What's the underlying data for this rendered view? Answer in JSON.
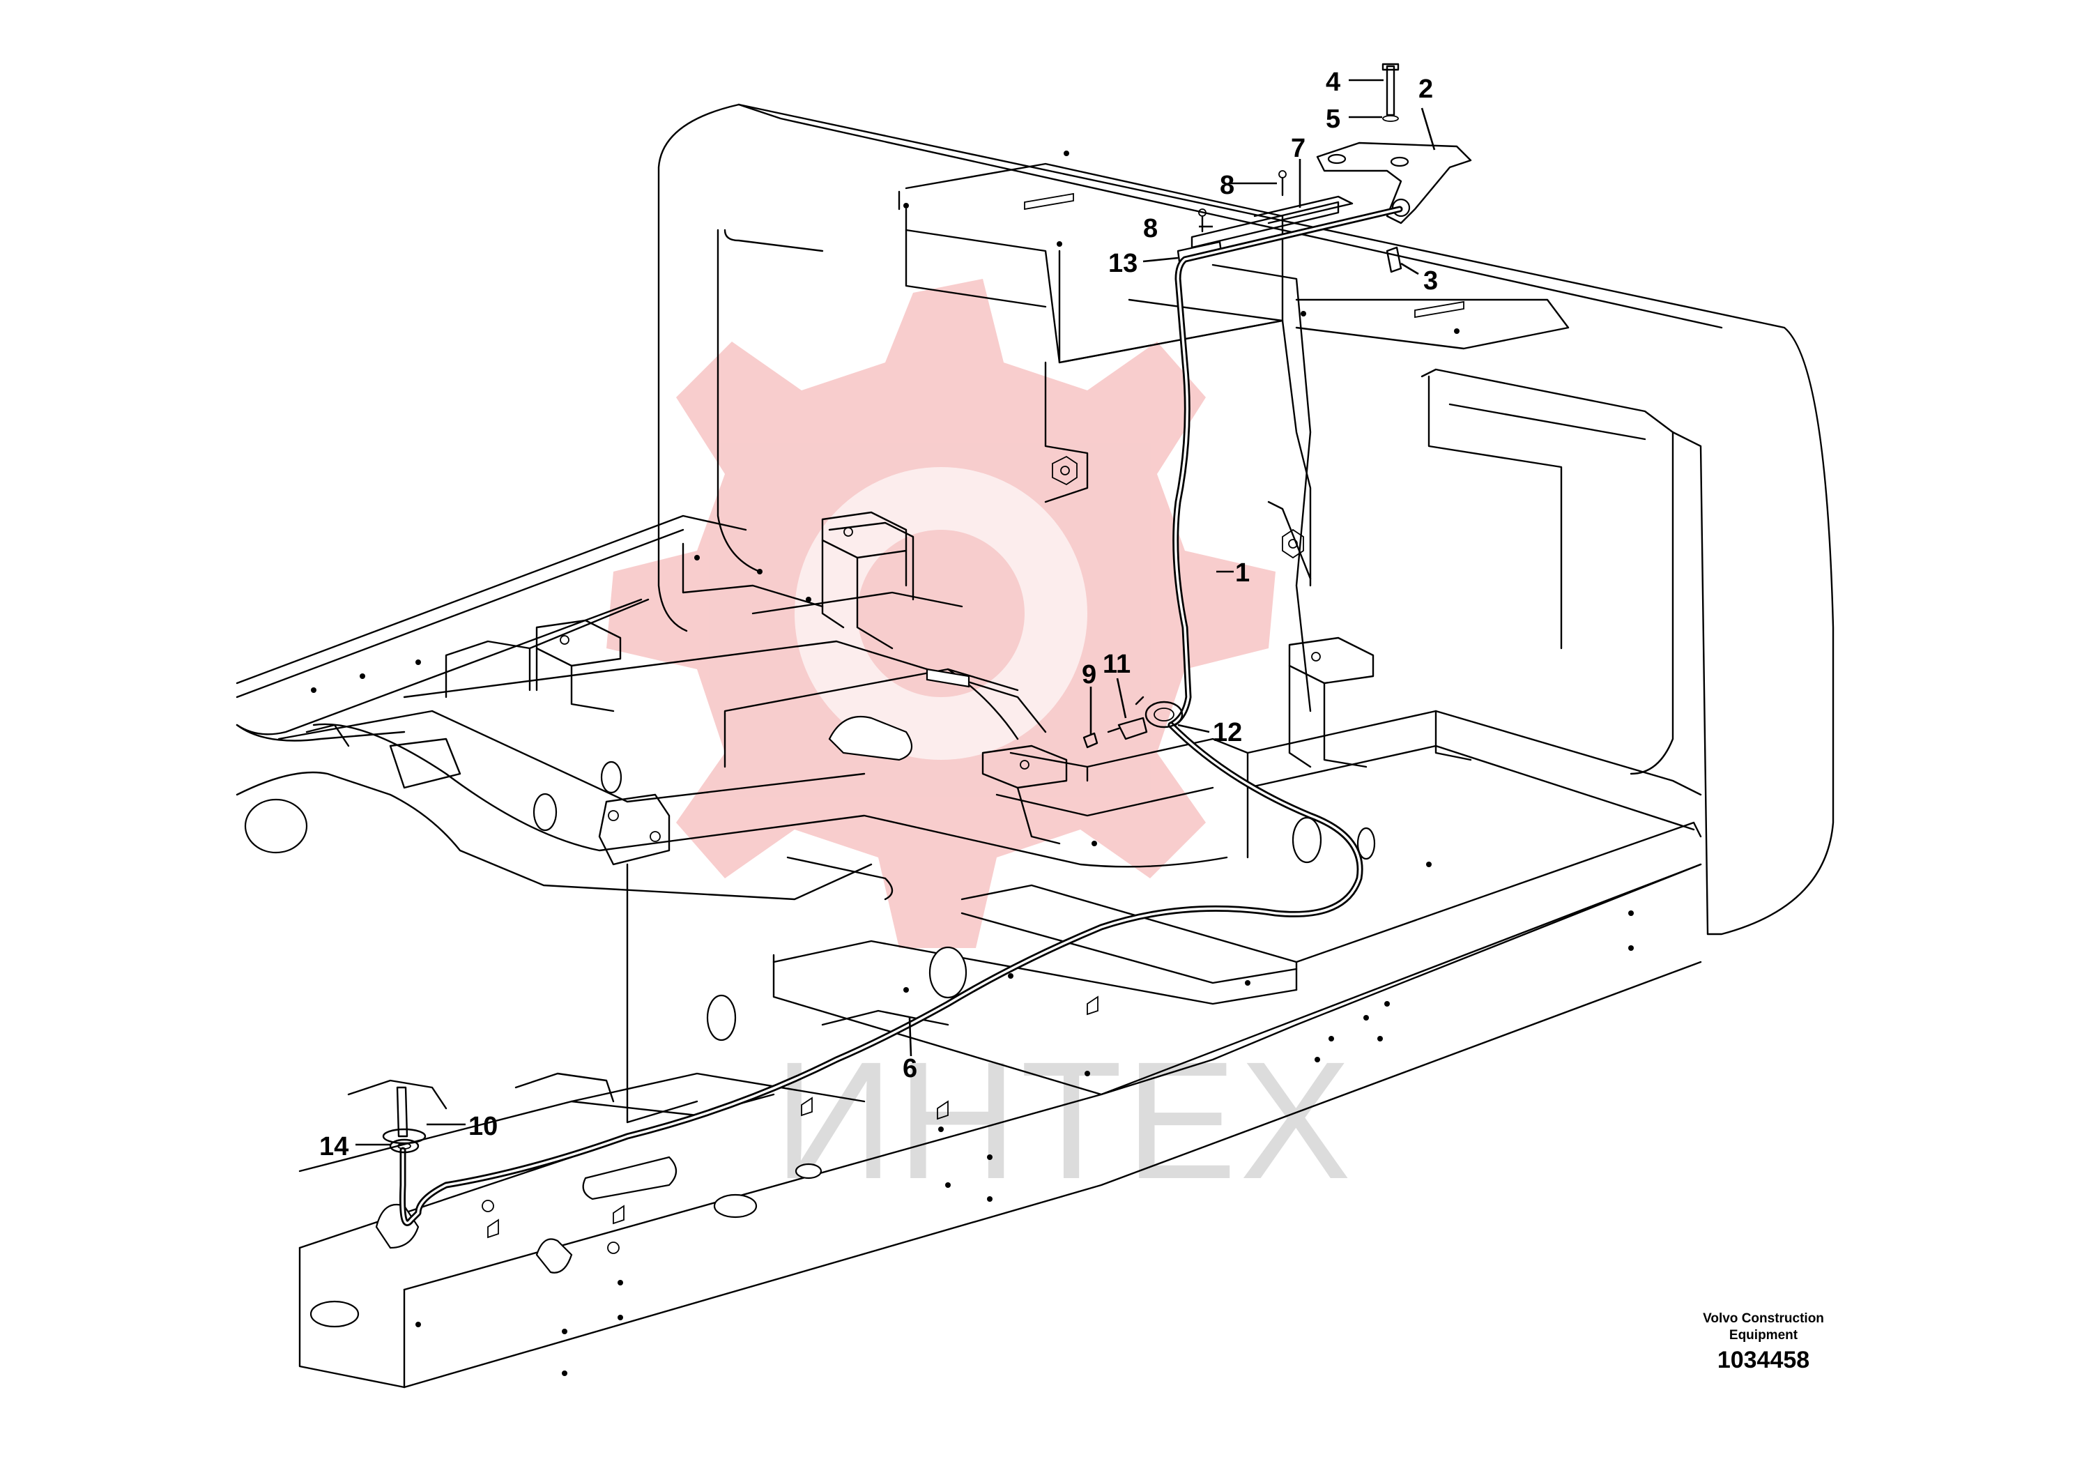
{
  "callouts": {
    "c1": "1",
    "c2": "2",
    "c3": "3",
    "c4": "4",
    "c5": "5",
    "c6": "6",
    "c7": "7",
    "c8a": "8",
    "c8b": "8",
    "c9": "9",
    "c10": "10",
    "c11": "11",
    "c12": "12",
    "c13": "13",
    "c14": "14"
  },
  "watermark": {
    "text": "ИНТЕХ",
    "color": "#f7c8c8",
    "text_color": "#dcdcdc"
  },
  "footer": {
    "company_line1": "Volvo Construction",
    "company_line2": "Equipment",
    "drawing_number": "1034458"
  }
}
